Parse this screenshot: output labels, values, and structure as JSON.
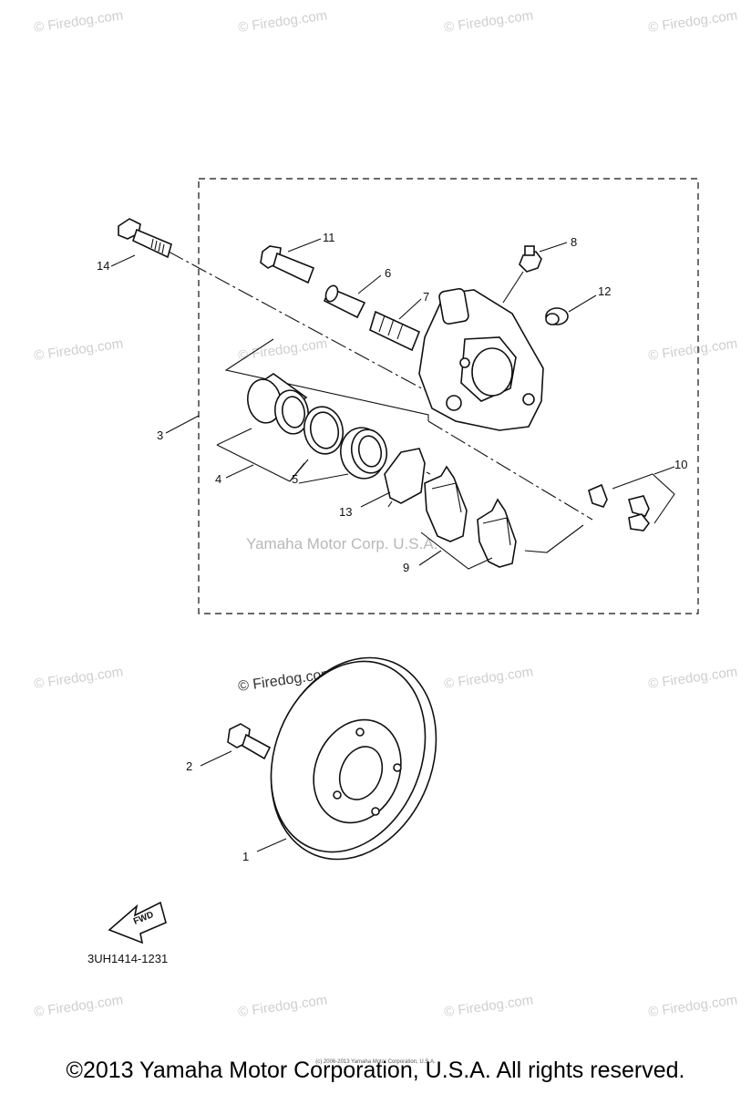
{
  "watermark": "© Firedog.com",
  "watermark_dark": "© Firedog.com",
  "corp_watermark": "Yamaha Motor Corp. U.S.A.",
  "diagram_code": "3UH1414-1231",
  "fwd_label": "FWD",
  "callouts": {
    "c1": "1",
    "c2": "2",
    "c3": "3",
    "c4": "4",
    "c5": "5",
    "c6": "6",
    "c7": "7",
    "c8": "8",
    "c9": "9",
    "c10": "10",
    "c11": "11",
    "c12": "12",
    "c13": "13",
    "c14": "14"
  },
  "small_print": "(c) 2006-2013 Yamaha Motor Corporation, U.S.A.",
  "footer": "©2013 Yamaha Motor Corporation, U.S.A. All rights reserved."
}
